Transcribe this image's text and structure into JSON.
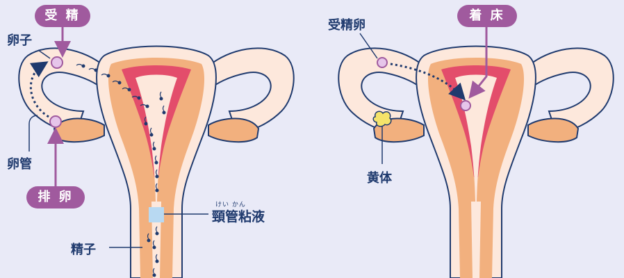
{
  "left_panel": {
    "badge_fertilization": "受 精",
    "badge_ovulation": "排 卵",
    "label_egg": "卵子",
    "label_oviduct": "卵管",
    "label_cervical_mucus": "頸管粘液",
    "label_cervical_mucus_ruby": "けい かん",
    "label_sperm": "精子"
  },
  "right_panel": {
    "badge_implantation": "着 床",
    "label_fertilized_egg": "受精卵",
    "label_corpus_luteum": "黄体"
  },
  "colors": {
    "background": "#e9eaf7",
    "outline": "#1f3a6e",
    "skin": "#fde8dc",
    "muscle": "#f2b07e",
    "lining": "#e34d6b",
    "badge": "#a05a9e",
    "sperm": "#1f3a6e",
    "ovum": "#e6c5ea",
    "corpus_luteum": "#f5e36a",
    "mucus": "#b8d9f2"
  }
}
